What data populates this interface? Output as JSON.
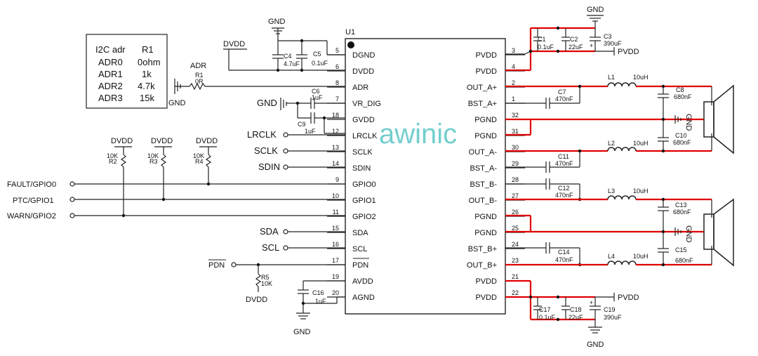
{
  "chip": {
    "ref": "U1",
    "left_pins": [
      {
        "num": "5",
        "name": "DGND"
      },
      {
        "num": "6",
        "name": "DVDD"
      },
      {
        "num": "8",
        "name": "ADR"
      },
      {
        "num": "7",
        "name": "VR_DIG"
      },
      {
        "num": "18",
        "name": "GVDD"
      },
      {
        "num": "12",
        "name": "LRCLK"
      },
      {
        "num": "13",
        "name": "SCLK"
      },
      {
        "num": "14",
        "name": "SDIN"
      },
      {
        "num": "9",
        "name": "GPIO0"
      },
      {
        "num": "10",
        "name": "GPIO1"
      },
      {
        "num": "11",
        "name": "GPIO2"
      },
      {
        "num": "15",
        "name": "SDA"
      },
      {
        "num": "16",
        "name": "SCL"
      },
      {
        "num": "17",
        "name": "PDN"
      },
      {
        "num": "19",
        "name": "AVDD"
      },
      {
        "num": "20",
        "name": "AGND"
      }
    ],
    "right_pins": [
      {
        "num": "3",
        "name": "PVDD"
      },
      {
        "num": "4",
        "name": "PVDD"
      },
      {
        "num": "2",
        "name": "OUT_A+"
      },
      {
        "num": "1",
        "name": "BST_A+"
      },
      {
        "num": "32",
        "name": "PGND"
      },
      {
        "num": "31",
        "name": "PGND"
      },
      {
        "num": "30",
        "name": "OUT_A-"
      },
      {
        "num": "29",
        "name": "BST_A-"
      },
      {
        "num": "28",
        "name": "BST_B-"
      },
      {
        "num": "27",
        "name": "OUT_B-"
      },
      {
        "num": "26",
        "name": "PGND"
      },
      {
        "num": "25",
        "name": "PGND"
      },
      {
        "num": "24",
        "name": "BST_B+"
      },
      {
        "num": "23",
        "name": "OUT_B+"
      },
      {
        "num": "21",
        "name": "PVDD"
      },
      {
        "num": "22",
        "name": "PVDD"
      }
    ]
  },
  "watermark": "awinic",
  "adr_table": {
    "header": [
      "I2C adr",
      "R1"
    ],
    "rows": [
      [
        "ADR0",
        "0ohm"
      ],
      [
        "ADR1",
        "1k"
      ],
      [
        "ADR2",
        "4.7k"
      ],
      [
        "ADR3",
        "15k"
      ]
    ]
  },
  "labels": {
    "gnd": "GND",
    "dvdd": "DVDD",
    "pvdd": "PVDD",
    "adr": "ADR",
    "r1_ref": "R1",
    "r1_val": "0R",
    "lrclk": "LRCLK",
    "sclk": "SCLK",
    "sdin": "SDIN",
    "sda": "SDA",
    "scl": "SCL",
    "pdn": "PDN",
    "fault": "FAULT/GPIO0",
    "ptc": "PTC/GPIO1",
    "warn": "WARN/GPIO2",
    "plus": "+"
  },
  "components": {
    "c4": [
      "C4",
      "4.7uF"
    ],
    "c5": [
      "C5",
      "0.1uF"
    ],
    "c6": [
      "C6",
      "1uF"
    ],
    "c9": [
      "C9",
      "1uF"
    ],
    "c16": [
      "C16",
      "1uF"
    ],
    "c1": [
      "C1",
      "0.1uF"
    ],
    "c2": [
      "C2",
      "22uF"
    ],
    "c3": [
      "C3",
      "390uF"
    ],
    "c17": [
      "C17",
      "0.1uF"
    ],
    "c18": [
      "C18",
      "22uF"
    ],
    "c19": [
      "C19",
      "390uF"
    ],
    "c7": [
      "C7",
      "470nF"
    ],
    "c11": [
      "C11",
      "470nF"
    ],
    "c12": [
      "C12",
      "470nF"
    ],
    "c14": [
      "C14",
      "470nF"
    ],
    "c8": [
      "C8",
      "680nF"
    ],
    "c10": [
      "C10",
      "680nF"
    ],
    "c13": [
      "C13",
      "680nF"
    ],
    "c15": [
      "C15",
      "680nF"
    ],
    "l1": [
      "L1",
      "10uH"
    ],
    "l2": [
      "L2",
      "10uH"
    ],
    "l3": [
      "L3",
      "10uH"
    ],
    "l4": [
      "L4",
      "10uH"
    ],
    "r2": [
      "10K",
      "R2"
    ],
    "r3": [
      "10K",
      "R3"
    ],
    "r4": [
      "10K",
      "R4"
    ],
    "r5": [
      "R5",
      "10K"
    ]
  }
}
